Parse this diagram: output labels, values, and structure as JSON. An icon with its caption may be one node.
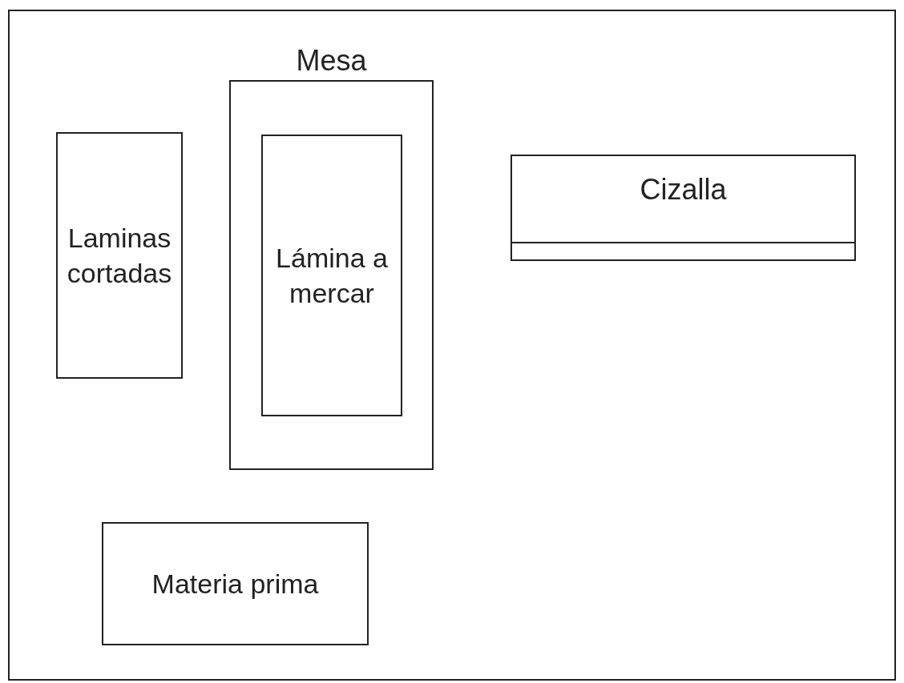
{
  "diagram": {
    "nodes": [
      {
        "text": [
          "Laminas cortadas"
        ]
      },
      {
        "text": [
          "Mesa"
        ]
      },
      {
        "text": [
          "Lámina a mercar"
        ],
        "in": 1
      },
      {
        "text": [
          "Cizalla"
        ]
      },
      {
        "text": [
          "Materia prima"
        ]
      }
    ]
  }
}
